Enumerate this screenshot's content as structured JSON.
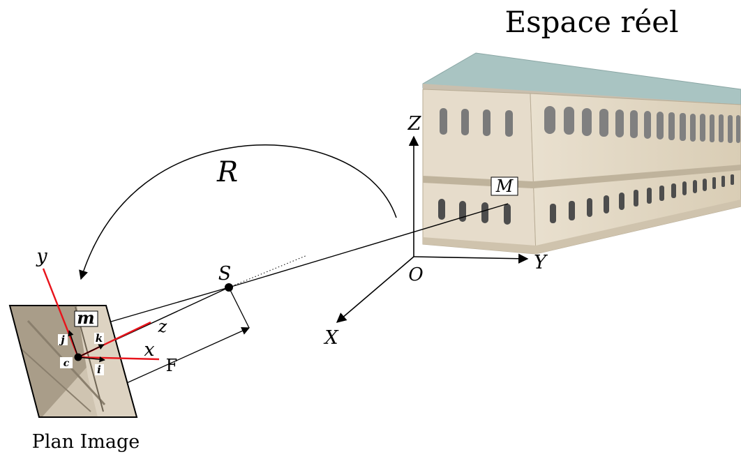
{
  "titles": {
    "real_space": "Espace réel",
    "image_plane": "Plan Image"
  },
  "labels": {
    "rotation": "R",
    "center": "S",
    "origin": "O",
    "axis_X": "X",
    "axis_Y": "Y",
    "axis_Z": "Z",
    "point_M": "M",
    "point_m": "m",
    "focal": "F",
    "cam_x": "x",
    "cam_y": "y",
    "cam_z": "z",
    "vec_i": "i",
    "vec_j": "j",
    "vec_k": "k",
    "principal_c": "c"
  },
  "colors": {
    "ink": "#000000",
    "camera_axes": "#e8141c",
    "roof": "#a9c4c2",
    "facade": "#e6dccb",
    "facade_shadow": "#cfc3ad",
    "window": "#6a6a6a"
  }
}
